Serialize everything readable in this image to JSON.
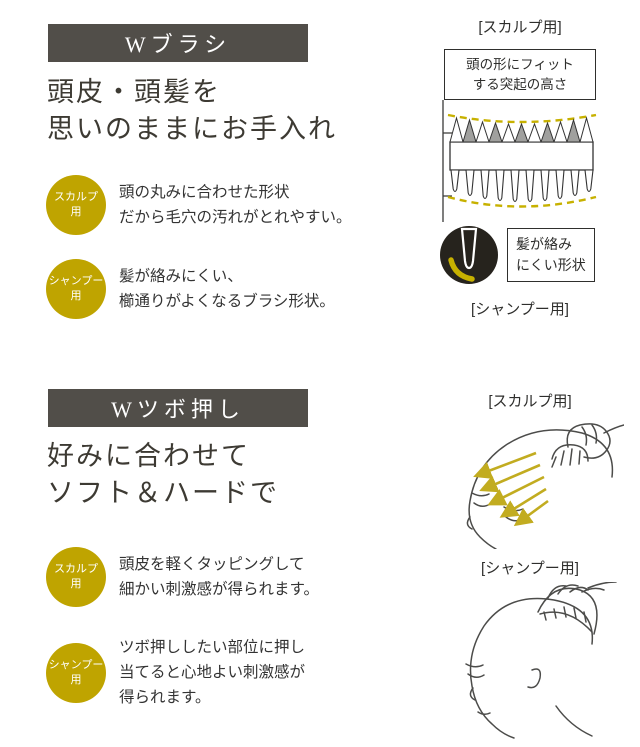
{
  "colors": {
    "banner": "#514e49",
    "badge_yellow": "#bfa400",
    "accent_yellow": "#c7b100",
    "ink": "#3d3a33"
  },
  "section_brush": {
    "banner_label": "Wブラシ",
    "heading": [
      "頭皮・頭髪を",
      "思いのままにお手入れ"
    ],
    "points": [
      {
        "badge": [
          "スカルプ",
          "用"
        ],
        "lines": [
          "頭の丸みに合わせた形状",
          "だから毛穴の汚れがとれやすい。"
        ]
      },
      {
        "badge": [
          "シャンプー",
          "用"
        ],
        "lines": [
          "髪が絡みにくい、",
          "櫛通りがよくなるブラシ形状。"
        ]
      }
    ],
    "diagram": {
      "scalp_label": "[スカルプ用]",
      "callout_lines": [
        "頭の形にフィット",
        "する突起の高さ"
      ],
      "zoom_lines": [
        "髪が絡み",
        "にくい形状"
      ],
      "shampoo_label": "[シャンプー用]"
    }
  },
  "section_tsubo": {
    "banner_label": "Wツボ押し",
    "heading": [
      "好みに合わせて",
      "ソフト＆ハードで"
    ],
    "points": [
      {
        "badge": [
          "スカルプ",
          "用"
        ],
        "lines": [
          "頭皮を軽くタッピングして",
          "細かい刺激感が得られます。"
        ]
      },
      {
        "badge": [
          "シャンプー",
          "用"
        ],
        "lines": [
          "ツボ押ししたい部位に押し",
          "当てると心地よい刺激感が",
          "得られます。"
        ]
      }
    ],
    "illustrations": {
      "scalp_label": "[スカルプ用]",
      "shampoo_label": "[シャンプー用]"
    }
  }
}
